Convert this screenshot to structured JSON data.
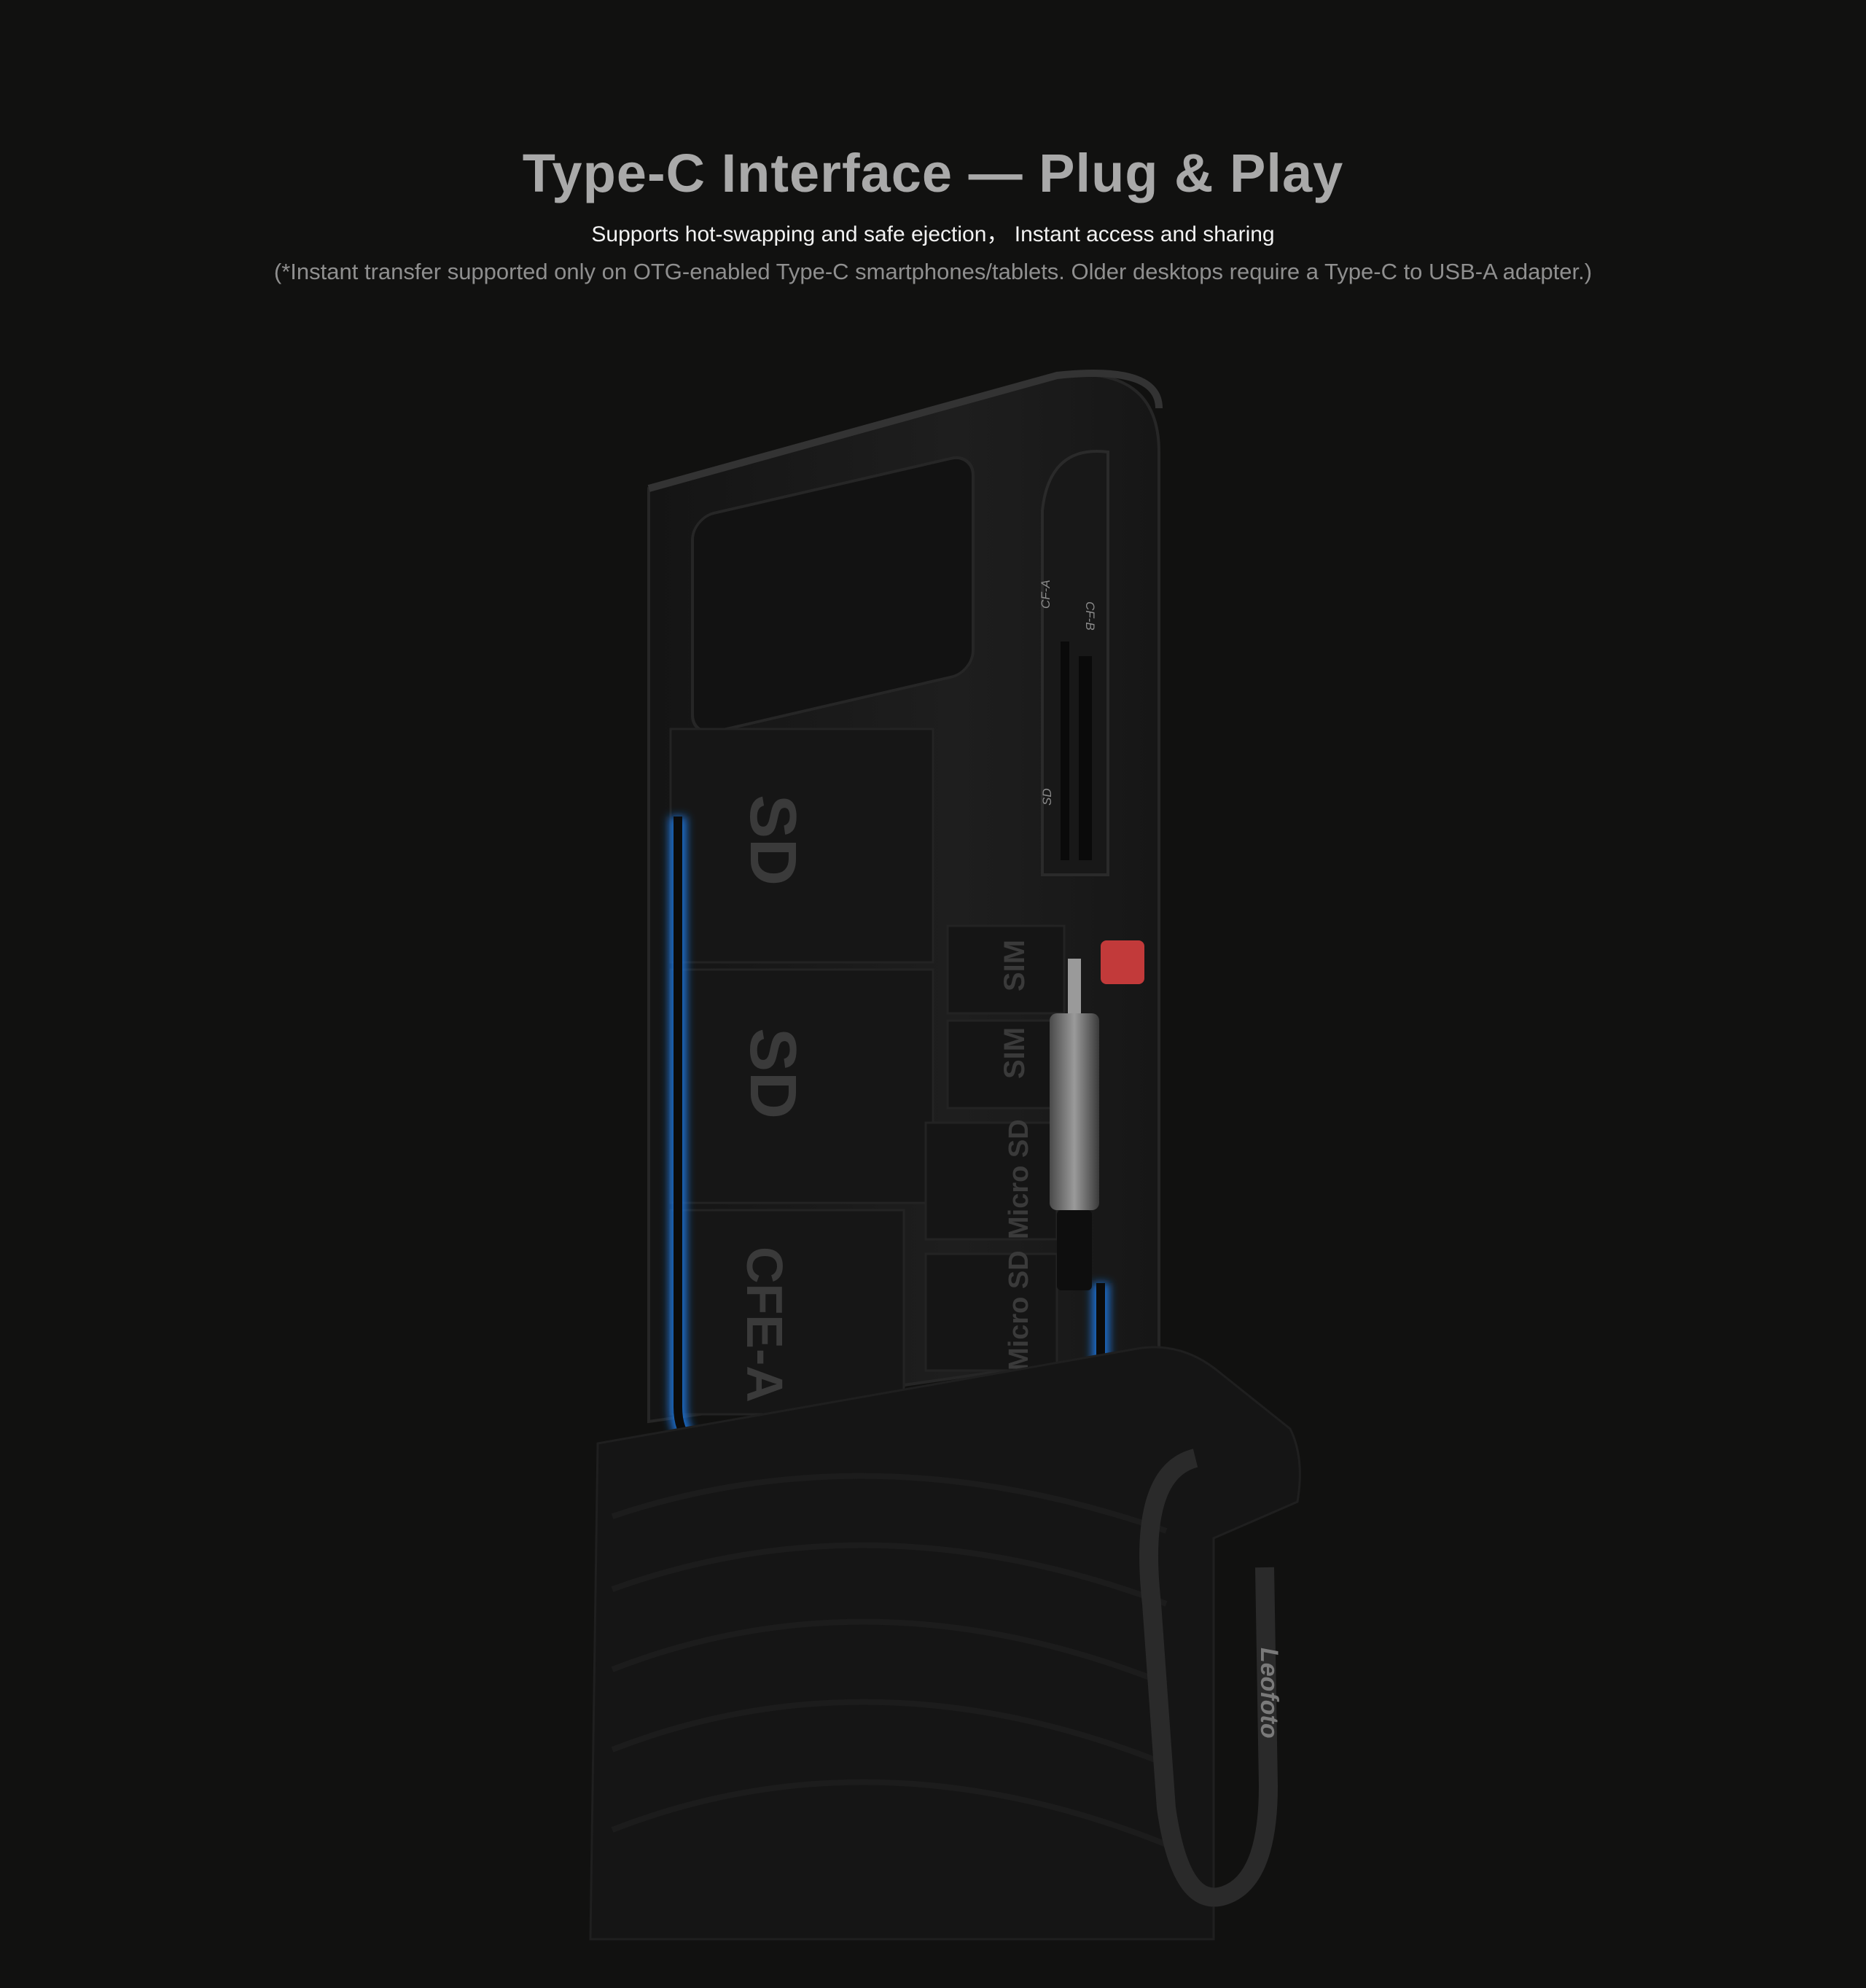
{
  "header": {
    "title": "Type-C Interface — Plug & Play",
    "subtitle": "Supports hot-swapping and safe ejection， Instant access and sharing",
    "note": "(*Instant transfer supported only on OTG-enabled Type-C smartphones/tablets. Older desktops require a Type-C to USB-A adapter.)"
  },
  "product": {
    "slot_labels": [
      "SD",
      "SD",
      "CFE-A",
      "SIM",
      "SIM",
      "Micro SD",
      "Micro SD"
    ],
    "port_labels": [
      "CF-A",
      "CF-B",
      "SD"
    ],
    "brand_logo": "Leofoto",
    "colors": {
      "background": "#111110",
      "body": "#1b1b1b",
      "cable_glow": "#1f6fd1",
      "eject_red": "#c23a3a",
      "connector": "#7c7c7c"
    }
  }
}
